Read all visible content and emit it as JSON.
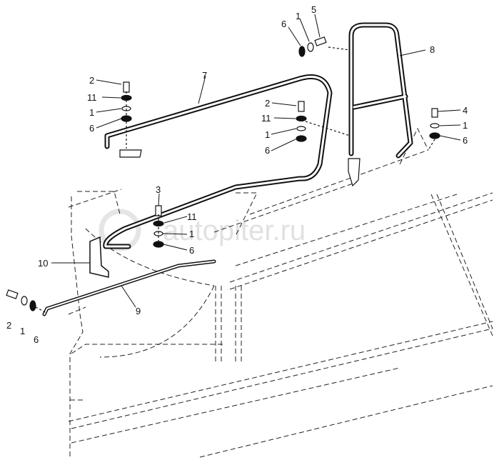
{
  "watermark": "autopiter.ru",
  "callouts": {
    "c6_top": "6",
    "c1_top": "1",
    "c5_top": "5",
    "c8": "8",
    "c2_left": "2",
    "c11_left": "11",
    "c1_left": "1",
    "c6_left": "6",
    "c7": "7",
    "c2_mid": "2",
    "c11_mid": "11",
    "c1_mid": "1",
    "c6_mid": "6",
    "c4_right": "4",
    "c1_right": "1",
    "c6_right": "6",
    "c3": "3",
    "c11_low": "11",
    "c1_low": "1",
    "c6_low": "6",
    "c10": "10",
    "c9": "9",
    "c2_bot": "2",
    "c1_bot": "1",
    "c6_bot": "6"
  }
}
